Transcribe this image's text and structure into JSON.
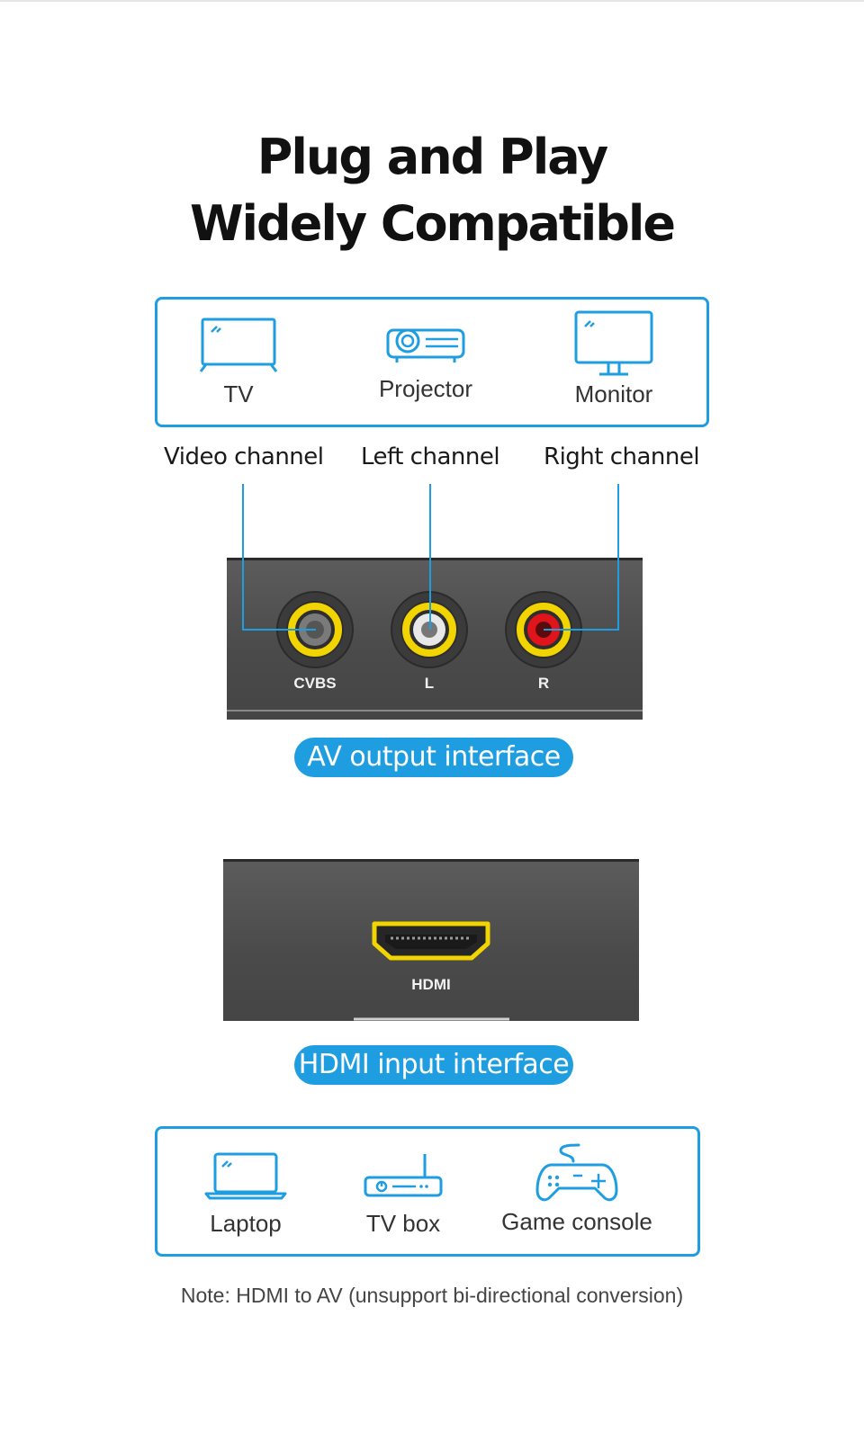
{
  "title": {
    "line1": "Plug and Play",
    "line2": "Widely Compatible"
  },
  "output_devices": [
    {
      "label": "TV",
      "icon": "tv-icon"
    },
    {
      "label": "Projector",
      "icon": "projector-icon"
    },
    {
      "label": "Monitor",
      "icon": "monitor-icon"
    }
  ],
  "channels": {
    "video": "Video channel",
    "left": "Left channel",
    "right": "Right channel"
  },
  "av_panel": {
    "ports": [
      {
        "label": "CVBS",
        "color": "#f2d400",
        "center": "#7a7a7a"
      },
      {
        "label": "L",
        "color": "#f2d400",
        "center": "#e8e8e8"
      },
      {
        "label": "R",
        "color": "#f2d400",
        "center": "#e0141a"
      }
    ],
    "caption": "AV output interface"
  },
  "hdmi_panel": {
    "port_label": "HDMI",
    "caption": "HDMI input interface"
  },
  "input_devices": [
    {
      "label": "Laptop",
      "icon": "laptop-icon"
    },
    {
      "label": "TV box",
      "icon": "tv-box-icon"
    },
    {
      "label": "Game console",
      "icon": "game-console-icon"
    }
  ],
  "note": "Note:  HDMI to AV (unsupport bi-directional conversion)",
  "colors": {
    "accent": "#1e9ee0",
    "panel": "#4d4d4d",
    "connector_ring": "#f2d400"
  }
}
